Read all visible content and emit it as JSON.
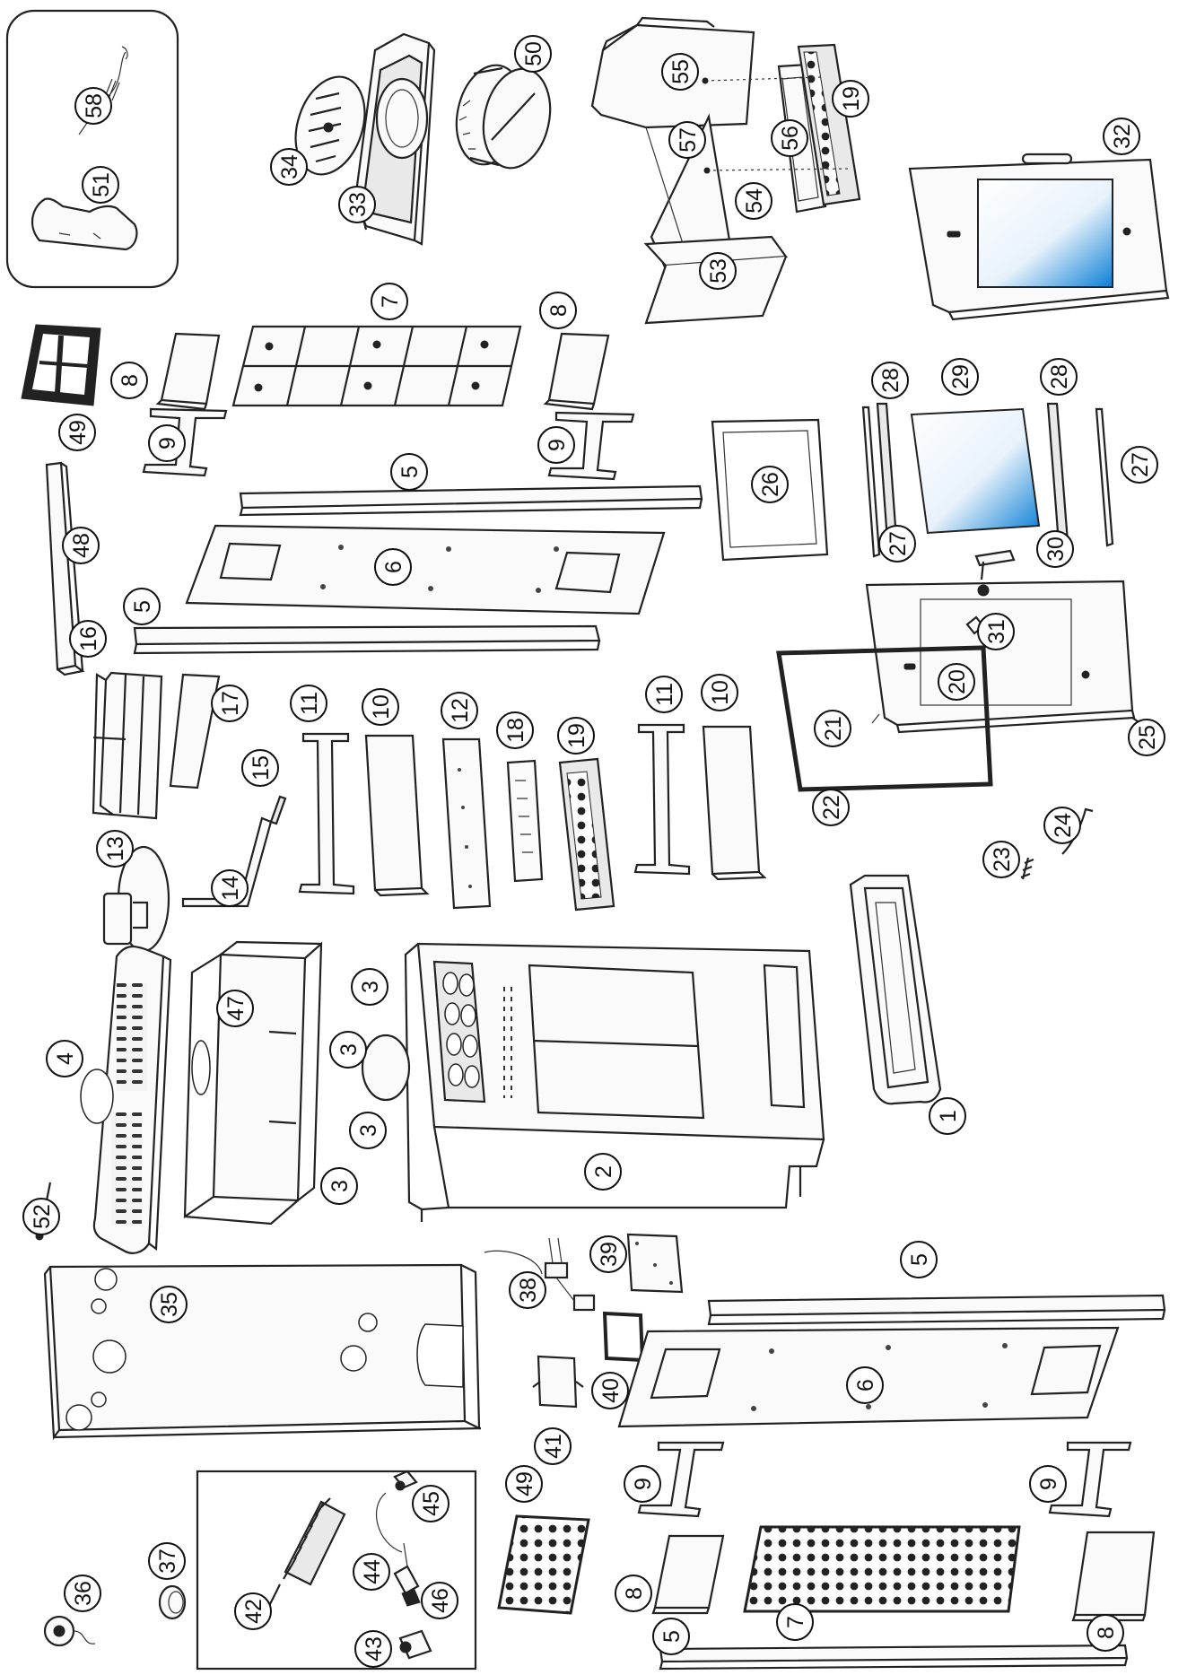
{
  "diagram": {
    "callouts": [
      {
        "label": "58"
      },
      {
        "label": "51"
      },
      {
        "label": "34"
      },
      {
        "label": "33"
      },
      {
        "label": "50"
      },
      {
        "label": "55"
      },
      {
        "label": "57"
      },
      {
        "label": "56"
      },
      {
        "label": "19"
      },
      {
        "label": "54"
      },
      {
        "label": "53"
      },
      {
        "label": "32"
      },
      {
        "label": "49"
      },
      {
        "label": "8"
      },
      {
        "label": "7"
      },
      {
        "label": "8"
      },
      {
        "label": "9"
      },
      {
        "label": "9"
      },
      {
        "label": "5"
      },
      {
        "label": "26"
      },
      {
        "label": "28"
      },
      {
        "label": "29"
      },
      {
        "label": "28"
      },
      {
        "label": "27"
      },
      {
        "label": "27"
      },
      {
        "label": "48"
      },
      {
        "label": "6"
      },
      {
        "label": "5"
      },
      {
        "label": "30"
      },
      {
        "label": "31"
      },
      {
        "label": "20"
      },
      {
        "label": "21"
      },
      {
        "label": "22"
      },
      {
        "label": "25"
      },
      {
        "label": "16"
      },
      {
        "label": "17"
      },
      {
        "label": "11"
      },
      {
        "label": "10"
      },
      {
        "label": "12"
      },
      {
        "label": "18"
      },
      {
        "label": "19"
      },
      {
        "label": "11"
      },
      {
        "label": "10"
      },
      {
        "label": "15"
      },
      {
        "label": "13"
      },
      {
        "label": "14"
      },
      {
        "label": "24"
      },
      {
        "label": "23"
      },
      {
        "label": "3"
      },
      {
        "label": "3"
      },
      {
        "label": "3"
      },
      {
        "label": "3"
      },
      {
        "label": "4"
      },
      {
        "label": "47"
      },
      {
        "label": "2"
      },
      {
        "label": "1"
      },
      {
        "label": "52"
      },
      {
        "label": "39"
      },
      {
        "label": "38"
      },
      {
        "label": "5"
      },
      {
        "label": "35"
      },
      {
        "label": "40"
      },
      {
        "label": "6"
      },
      {
        "label": "41"
      },
      {
        "label": "49"
      },
      {
        "label": "9"
      },
      {
        "label": "9"
      },
      {
        "label": "36"
      },
      {
        "label": "37"
      },
      {
        "label": "45"
      },
      {
        "label": "44"
      },
      {
        "label": "42"
      },
      {
        "label": "46"
      },
      {
        "label": "43"
      },
      {
        "label": "8"
      },
      {
        "label": "7"
      },
      {
        "label": "8"
      },
      {
        "label": "5"
      }
    ]
  },
  "colors": {
    "line": "#222222",
    "glass_light": "#ffffff",
    "glass_blue": "#0a7fd6",
    "background": "#ffffff"
  }
}
